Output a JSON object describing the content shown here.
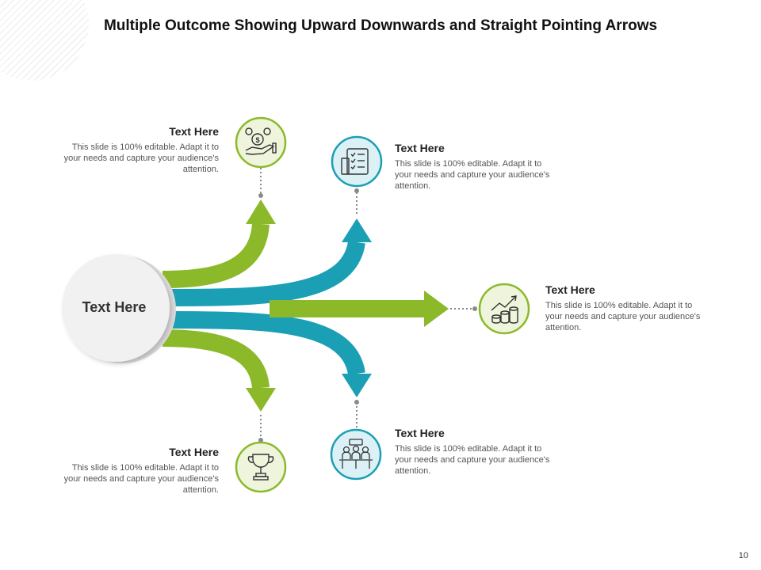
{
  "slide": {
    "title": "Multiple Outcome Showing Upward Downwards and Straight Pointing Arrows",
    "page_number": "10"
  },
  "hub": {
    "label": "Text Here"
  },
  "colors": {
    "green": "#8cb92a",
    "teal": "#1a9fb5",
    "green_bg": "#eef5dc",
    "teal_bg": "#dcf1f5",
    "hub": "#f1f1f1"
  },
  "items": [
    {
      "heading": "Text Here",
      "body": "This slide is 100% editable. Adapt it to your needs and capture your audience's attention.",
      "icon": "hand-coins-icon"
    },
    {
      "heading": "Text Here",
      "body": "This slide is 100% editable. Adapt it to your needs and capture your audience's attention.",
      "icon": "checklist-icon"
    },
    {
      "heading": "Text Here",
      "body": "This slide is 100% editable. Adapt it to your needs and capture your audience's attention.",
      "icon": "growth-chart-icon"
    },
    {
      "heading": "Text Here",
      "body": "This slide is 100% editable. Adapt it to your needs and capture your audience's attention.",
      "icon": "meeting-icon"
    },
    {
      "heading": "Text Here",
      "body": "This slide is 100% editable. Adapt it to your needs and capture your audience's attention.",
      "icon": "trophy-icon"
    }
  ]
}
